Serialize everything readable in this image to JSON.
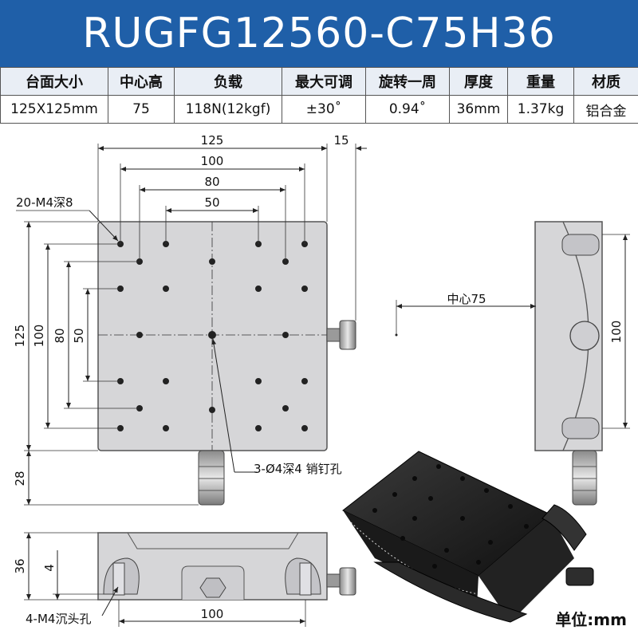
{
  "title": "RUGFG12560-C75H36",
  "spec_table": {
    "headers": [
      "台面大小",
      "中心高",
      "负载",
      "最大可调",
      "旋转一周",
      "厚度",
      "重量",
      "材质"
    ],
    "values": [
      "125X125mm",
      "75",
      "118N(12kgf)",
      "±30˚",
      "0.94˚",
      "36mm",
      "1.37kg",
      "铝合金"
    ]
  },
  "dimensions": {
    "width_125": "125",
    "width_15": "15",
    "width_100": "100",
    "width_80": "80",
    "width_50": "50",
    "height_125": "125",
    "height_100": "100",
    "height_80": "80",
    "height_50": "50",
    "height_28": "28",
    "side_height_100": "100",
    "center_label": "中心75",
    "front_36": "36",
    "front_4": "4",
    "front_100": "100"
  },
  "annotations": {
    "holes_top": "20-M4深8",
    "pin_holes": "3-Ø4深4 销钉孔",
    "countersunk": "4-M4沉头孔"
  },
  "unit": "单位:mm",
  "colors": {
    "title_bg": "#1f5fa8",
    "plate": "#d6d6d8",
    "plate_edge": "#555555"
  }
}
